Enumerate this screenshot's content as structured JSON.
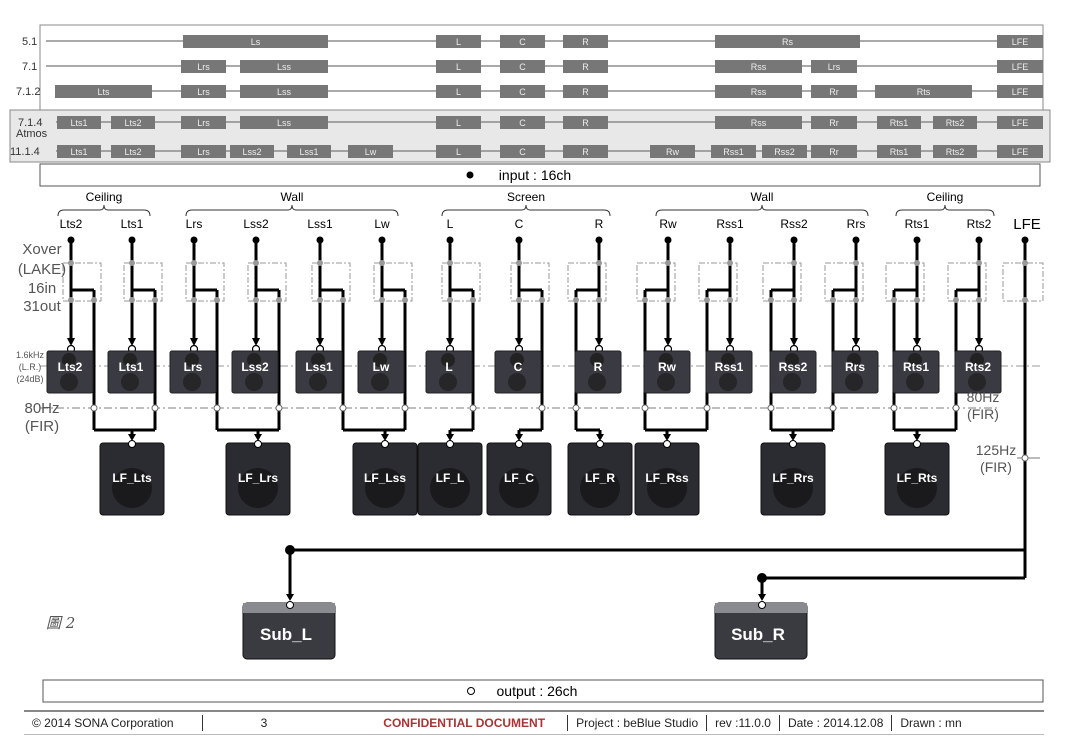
{
  "formats": [
    {
      "name": "5.1",
      "blocks": [
        "Ls",
        "L",
        "C",
        "R",
        "Rs",
        "LFE"
      ]
    },
    {
      "name": "7.1",
      "blocks": [
        "Lrs",
        "Lss",
        "L",
        "C",
        "R",
        "Rss",
        "Lrs",
        "LFE"
      ]
    },
    {
      "name": "7.1.2",
      "blocks": [
        "Lts",
        "Lrs",
        "Lss",
        "L",
        "C",
        "R",
        "Rss",
        "Rr",
        "Rts",
        "LFE"
      ]
    },
    {
      "name": "7.1.4",
      "blocks": [
        "Lts1",
        "Lts2",
        "Lrs",
        "Lss",
        "L",
        "C",
        "R",
        "Rss",
        "Rr",
        "Rts1",
        "Rts2",
        "LFE"
      ]
    },
    {
      "name": "11.1.4",
      "blocks": [
        "Lts1",
        "Lts2",
        "Lrs",
        "Lss2",
        "Lss1",
        "Lw",
        "L",
        "C",
        "R",
        "Rw",
        "Rss1",
        "Rss2",
        "Rr",
        "Rts1",
        "Rts2",
        "LFE"
      ]
    }
  ],
  "atmos_label": "Atmos",
  "input_label": "input : 16ch",
  "output_label": "output : 26ch",
  "groups": [
    "Ceiling",
    "Wall",
    "Screen",
    "Wall",
    "Ceiling"
  ],
  "channels": [
    "Lts2",
    "Lts1",
    "Lrs",
    "Lss2",
    "Lss1",
    "Lw",
    "L",
    "C",
    "R",
    "Rw",
    "Rss1",
    "Rss2",
    "Rrs",
    "Rts1",
    "Rts2",
    "LFE"
  ],
  "lf_subs": [
    "LF_Lts",
    "LF_Lrs",
    "LF_Lss",
    "LF_L",
    "LF_C",
    "LF_R",
    "LF_Rss",
    "LF_Rrs",
    "LF_Rts"
  ],
  "main_subs": [
    "Sub_L",
    "Sub_R"
  ],
  "annotations": {
    "xover": [
      "Xover",
      "(LAKE)",
      "16in",
      "31out"
    ],
    "hf_xover": [
      "1.6kHz",
      "(L.R.)",
      "(24dB)"
    ],
    "lf_left": [
      "80Hz",
      "(FIR)"
    ],
    "lf_right": [
      "80Hz",
      "(FIR)"
    ],
    "lfe_xover": [
      "125Hz",
      "(FIR)"
    ]
  },
  "figure_label": "圖 2",
  "footer": {
    "copyright": "© 2014 SONA Corporation",
    "page": "3",
    "confidential": "CONFIDENTIAL DOCUMENT",
    "project": "Project : beBlue Studio",
    "rev": "rev :11.0.0",
    "date": "Date : 2014.12.08",
    "drawn": "Drawn : mn"
  }
}
